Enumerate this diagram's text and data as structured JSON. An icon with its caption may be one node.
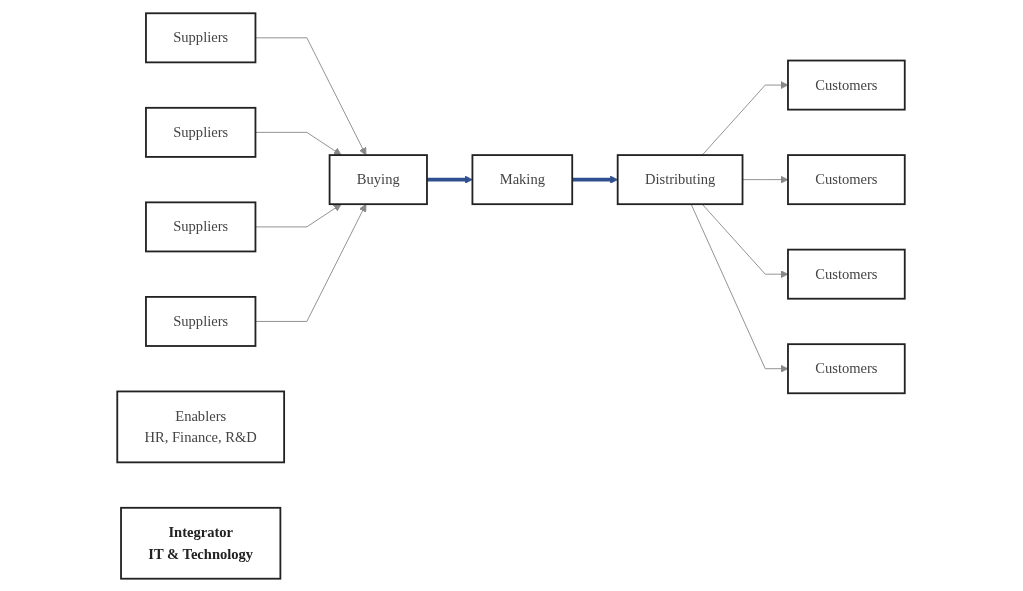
{
  "diagram": {
    "nodes": [
      {
        "text": [
          "Suppliers"
        ]
      },
      {
        "text": [
          "Suppliers"
        ]
      },
      {
        "text": [
          "Suppliers"
        ]
      },
      {
        "text": [
          "Suppliers"
        ]
      },
      {
        "text": [
          "Enablers",
          "HR, Finance, R&D"
        ]
      },
      {
        "text": [
          "Buying"
        ]
      },
      {
        "text": [
          "Making"
        ]
      },
      {
        "text": [
          "Distributing"
        ]
      },
      {
        "text": [
          "Customers"
        ]
      },
      {
        "text": [
          "Customers"
        ]
      },
      {
        "text": [
          "Customers"
        ]
      },
      {
        "text": [
          "Customers"
        ]
      },
      {
        "text": [
          "Integrator",
          "IT & Technology"
        ]
      }
    ],
    "edges": [
      {
        "from": 0,
        "to": 5,
        "arrow": "to"
      },
      {
        "from": 1,
        "to": 5,
        "arrow": "to"
      },
      {
        "from": 2,
        "to": 5,
        "arrow": "to"
      },
      {
        "from": 3,
        "to": 5,
        "arrow": "to"
      },
      {
        "from": 5,
        "to": 6,
        "arrow": "to",
        "style": "thick",
        "color": "#2f4f8f"
      },
      {
        "from": 6,
        "to": 7,
        "arrow": "to",
        "style": "thick",
        "color": "#2f4f8f"
      },
      {
        "from": 7,
        "to": 8,
        "arrow": "to"
      },
      {
        "from": 7,
        "to": 9,
        "arrow": "to"
      },
      {
        "from": 7,
        "to": 10,
        "arrow": "to"
      },
      {
        "from": 7,
        "to": 11,
        "arrow": "to"
      }
    ]
  }
}
